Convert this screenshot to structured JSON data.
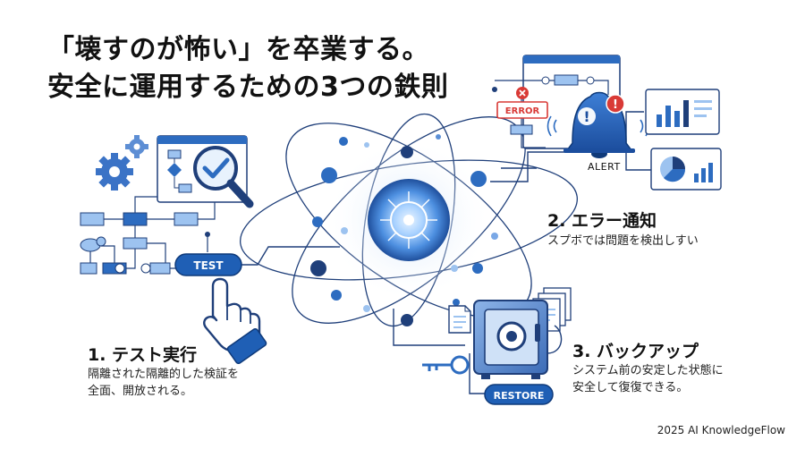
{
  "title": {
    "line1": "「壊すのが怖い」を卒業する。",
    "line2": "安全に運用するための3つの鉄則"
  },
  "sections": [
    {
      "id": "test",
      "heading": "1. テスト実行",
      "desc_line1": "隔離された隔離的した検証を",
      "desc_line2": "全面、開放される。",
      "badge_label": "TEST"
    },
    {
      "id": "alert",
      "heading": "2. エラー通知",
      "desc_line1": "スプボでは問題を検出しすい",
      "badge_error": "ERROR",
      "badge_alert": "ALERT",
      "alert_mark": "!"
    },
    {
      "id": "backup",
      "heading": "3. バックアップ",
      "desc_line1": "システム前の安定した状態に",
      "desc_line2": "安全して復復できる。",
      "badge_label": "RESTORE"
    }
  ],
  "footer": "2025 AI KnowledgeFlow",
  "icons": [
    "gear-icon",
    "magnifier-icon",
    "checkmark-icon",
    "pointing-hand-icon",
    "bell-icon",
    "error-x-icon",
    "bar-chart-icon",
    "pie-chart-icon",
    "document-icon",
    "safe-icon",
    "key-icon",
    "atom-core-icon"
  ],
  "colors": {
    "navy": "#1f3f7a",
    "blue": "#2d6cc0",
    "light": "#cfe1f7",
    "red": "#d93a36"
  }
}
